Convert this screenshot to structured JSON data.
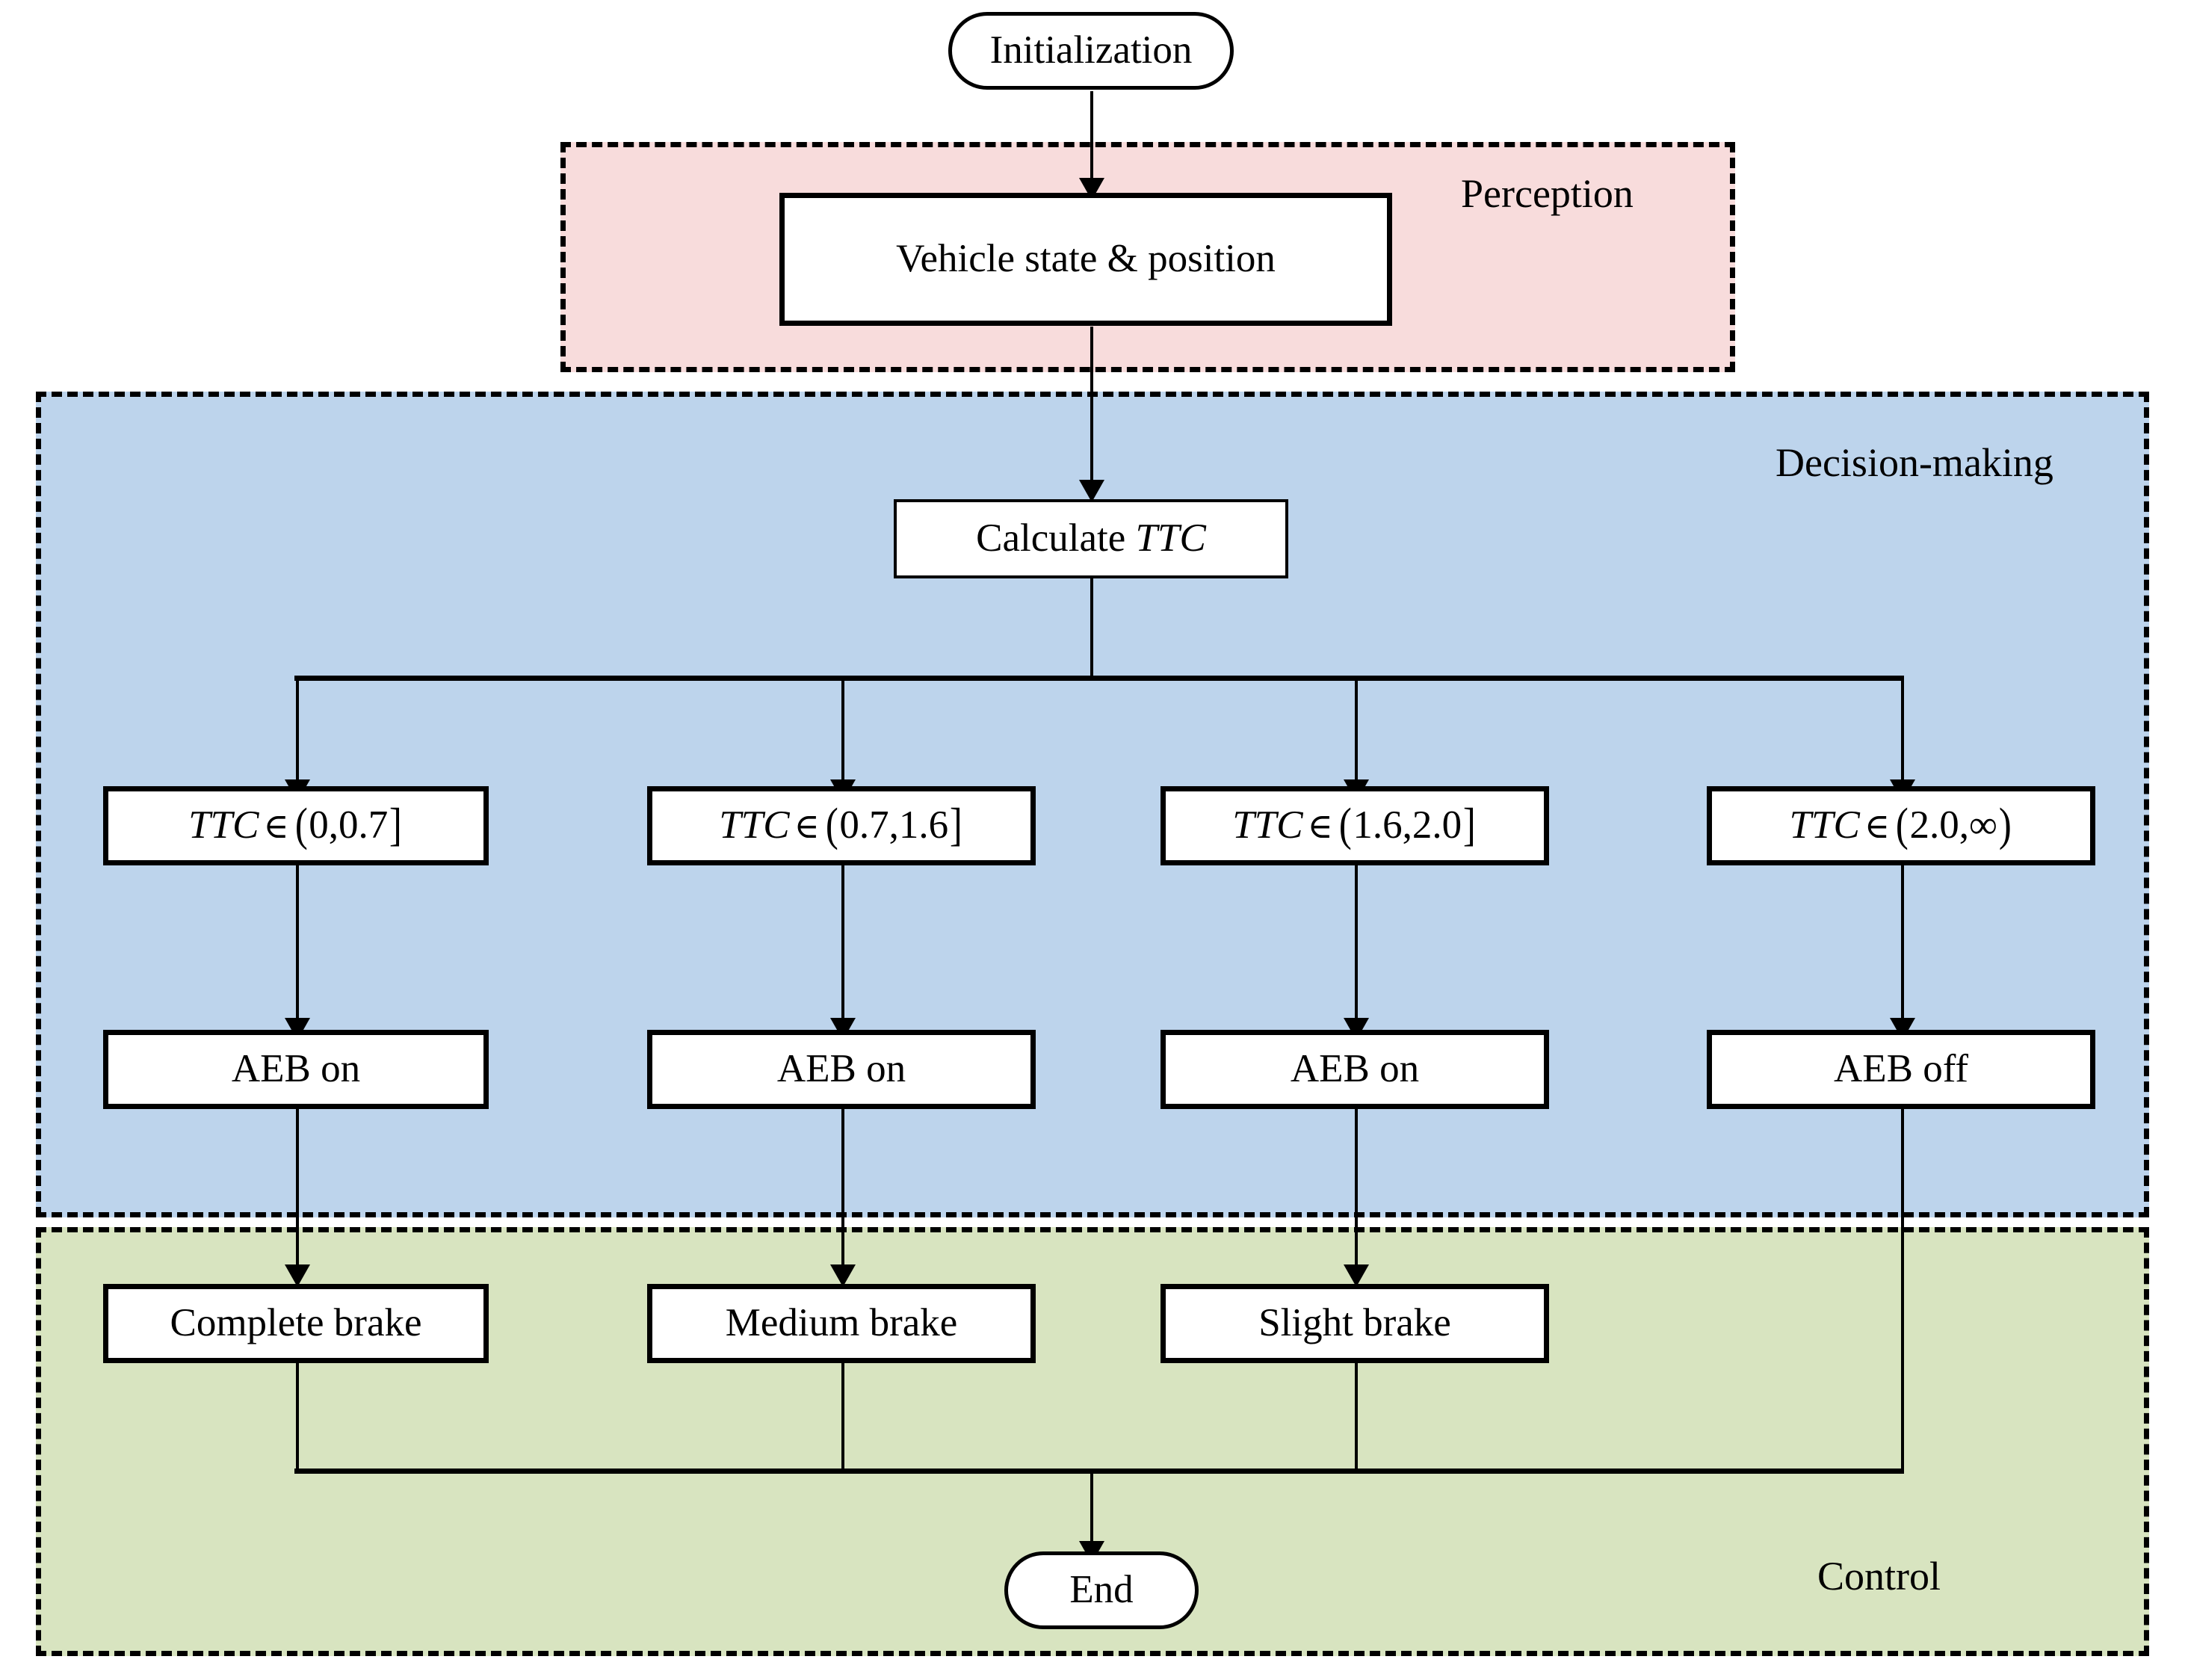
{
  "diagram": {
    "title_present": false,
    "type": "flowchart",
    "regions": [
      {
        "id": "perception",
        "label": "Perception",
        "color": "#f8dcdc",
        "border": "#000000",
        "border_style": "dashed"
      },
      {
        "id": "decision_making",
        "label": "Decision-making",
        "color": "#bdd4ec",
        "border": "#000000",
        "border_style": "dashed"
      },
      {
        "id": "control",
        "label": "Control",
        "color": "#d8e4c0",
        "border": "#000000",
        "border_style": "dashed"
      }
    ],
    "nodes": {
      "start": {
        "label": "Initialization",
        "shape": "stadium"
      },
      "perception": {
        "label_parts": [
          "Vehicle state & position"
        ],
        "shape": "rect"
      },
      "calc": {
        "label_plain": "Calculate",
        "label_italic": "TTC",
        "shape": "rect"
      },
      "cond1": {
        "var": "TTC",
        "rel": "∈",
        "interval": "(0,0.7]",
        "open": "(",
        "lo": "0",
        "hi": "0.7",
        "close": "]"
      },
      "cond2": {
        "var": "TTC",
        "rel": "∈",
        "interval": "(0.7,1.6]",
        "open": "(",
        "lo": "0.7",
        "hi": "1.6",
        "close": "]"
      },
      "cond3": {
        "var": "TTC",
        "rel": "∈",
        "interval": "(1.6,2.0]",
        "open": "(",
        "lo": "1.6",
        "hi": "2.0",
        "close": "]"
      },
      "cond4": {
        "var": "TTC",
        "rel": "∈",
        "interval": "(2.0,∞)",
        "open": "(",
        "lo": "2.0",
        "hi": "∞",
        "close": ")"
      },
      "aeb1": {
        "label": "AEB on"
      },
      "aeb2": {
        "label": "AEB on"
      },
      "aeb3": {
        "label": "AEB on"
      },
      "aeb4": {
        "label": "AEB off"
      },
      "brake1": {
        "label": "Complete brake"
      },
      "brake2": {
        "label": "Medium brake"
      },
      "brake3": {
        "label": "Slight brake"
      },
      "end": {
        "label": "End",
        "shape": "stadium"
      }
    }
  }
}
